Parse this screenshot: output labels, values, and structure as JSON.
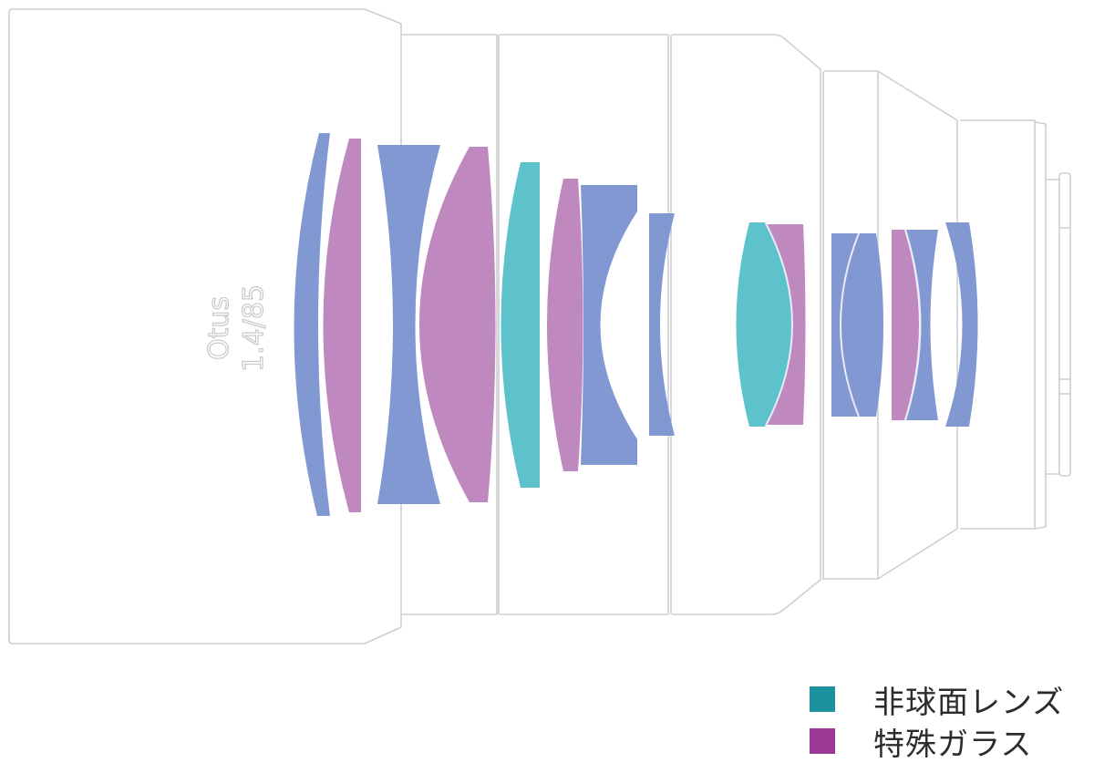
{
  "diagram": {
    "title": "Lens construction diagram",
    "barrel_label_line1": "Otus",
    "barrel_label_line2": "1.4/85",
    "lens_groups_count": 11,
    "elements": [
      {
        "id": 1,
        "type": "standard"
      },
      {
        "id": 2,
        "type": "special_glass"
      },
      {
        "id": 3,
        "type": "standard"
      },
      {
        "id": 4,
        "type": "special_glass"
      },
      {
        "id": 5,
        "type": "aspherical"
      },
      {
        "id": 6,
        "type": "special_glass"
      },
      {
        "id": 7,
        "type": "standard"
      },
      {
        "id": 8,
        "type": "standard"
      },
      {
        "id": 9,
        "type": "aspherical"
      },
      {
        "id": 10,
        "type": "special_glass"
      },
      {
        "id": 11,
        "type": "standard"
      },
      {
        "id": 12,
        "type": "standard"
      },
      {
        "id": 13,
        "type": "special_glass"
      },
      {
        "id": 14,
        "type": "standard"
      },
      {
        "id": 15,
        "type": "standard"
      }
    ]
  },
  "colors": {
    "standard": "#8198d2",
    "aspherical": "#5ec2cd",
    "special_glass": "#bf89bf",
    "legend_aspherical": "#1b929e",
    "legend_special_glass": "#9b3b97",
    "outline": "#cfcfd3"
  },
  "legend": {
    "items": [
      {
        "label": "非球面レンズ",
        "color": "#1b929e"
      },
      {
        "label": "特殊ガラス",
        "color": "#9b3b97"
      }
    ]
  }
}
